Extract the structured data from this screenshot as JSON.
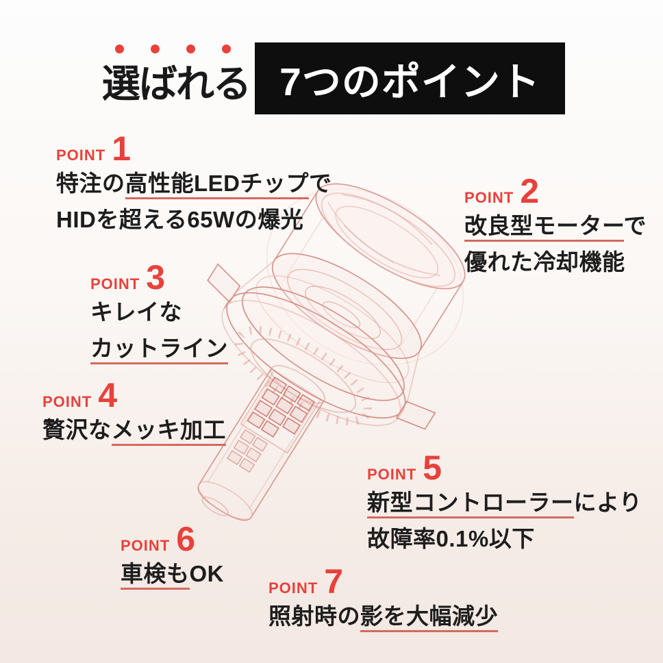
{
  "colors": {
    "accent_red": "#e8413c",
    "underline_red": "#d4695e",
    "text_dark": "#1d1d1d",
    "title_box_bg": "#0e0e0e",
    "title_box_text": "#ffffff",
    "bg_top": "#fdfdfd",
    "bg_bottom": "#f3e8e3",
    "wireframe_pink": "#d99790"
  },
  "title": {
    "serif_text": "選ばれる",
    "boxed_text": "7つのポイント",
    "dot_count": 4
  },
  "illustration": {
    "name": "led-headlight-bulb-wireframe"
  },
  "points": [
    {
      "label": "POINT",
      "number": "1",
      "lines": [
        {
          "pre": "特注の",
          "u": "高性能LEDチップ",
          "post": "で"
        },
        {
          "pre": "HIDを超える65Wの爆光",
          "u": "",
          "post": ""
        }
      ]
    },
    {
      "label": "POINT",
      "number": "2",
      "lines": [
        {
          "pre": "",
          "u": "改良型モーター",
          "post": "で"
        },
        {
          "pre": "優れた冷却機能",
          "u": "",
          "post": ""
        }
      ]
    },
    {
      "label": "POINT",
      "number": "3",
      "lines": [
        {
          "pre": "キレイな",
          "u": "",
          "post": ""
        },
        {
          "pre": "",
          "u": "カットライン",
          "post": ""
        }
      ]
    },
    {
      "label": "POINT",
      "number": "4",
      "lines": [
        {
          "pre": "贅沢な",
          "u": "メッキ加工",
          "post": ""
        }
      ]
    },
    {
      "label": "POINT",
      "number": "5",
      "lines": [
        {
          "pre": "",
          "u": "新型コントローラー",
          "post": "により"
        },
        {
          "pre": "故障率0.1%以下",
          "u": "",
          "post": ""
        }
      ]
    },
    {
      "label": "POINT",
      "number": "6",
      "lines": [
        {
          "pre": "",
          "u": "車検も",
          "post": "OK"
        }
      ]
    },
    {
      "label": "POINT",
      "number": "7",
      "lines": [
        {
          "pre": "照射時の",
          "u": "影を大幅減少",
          "post": ""
        }
      ]
    }
  ]
}
